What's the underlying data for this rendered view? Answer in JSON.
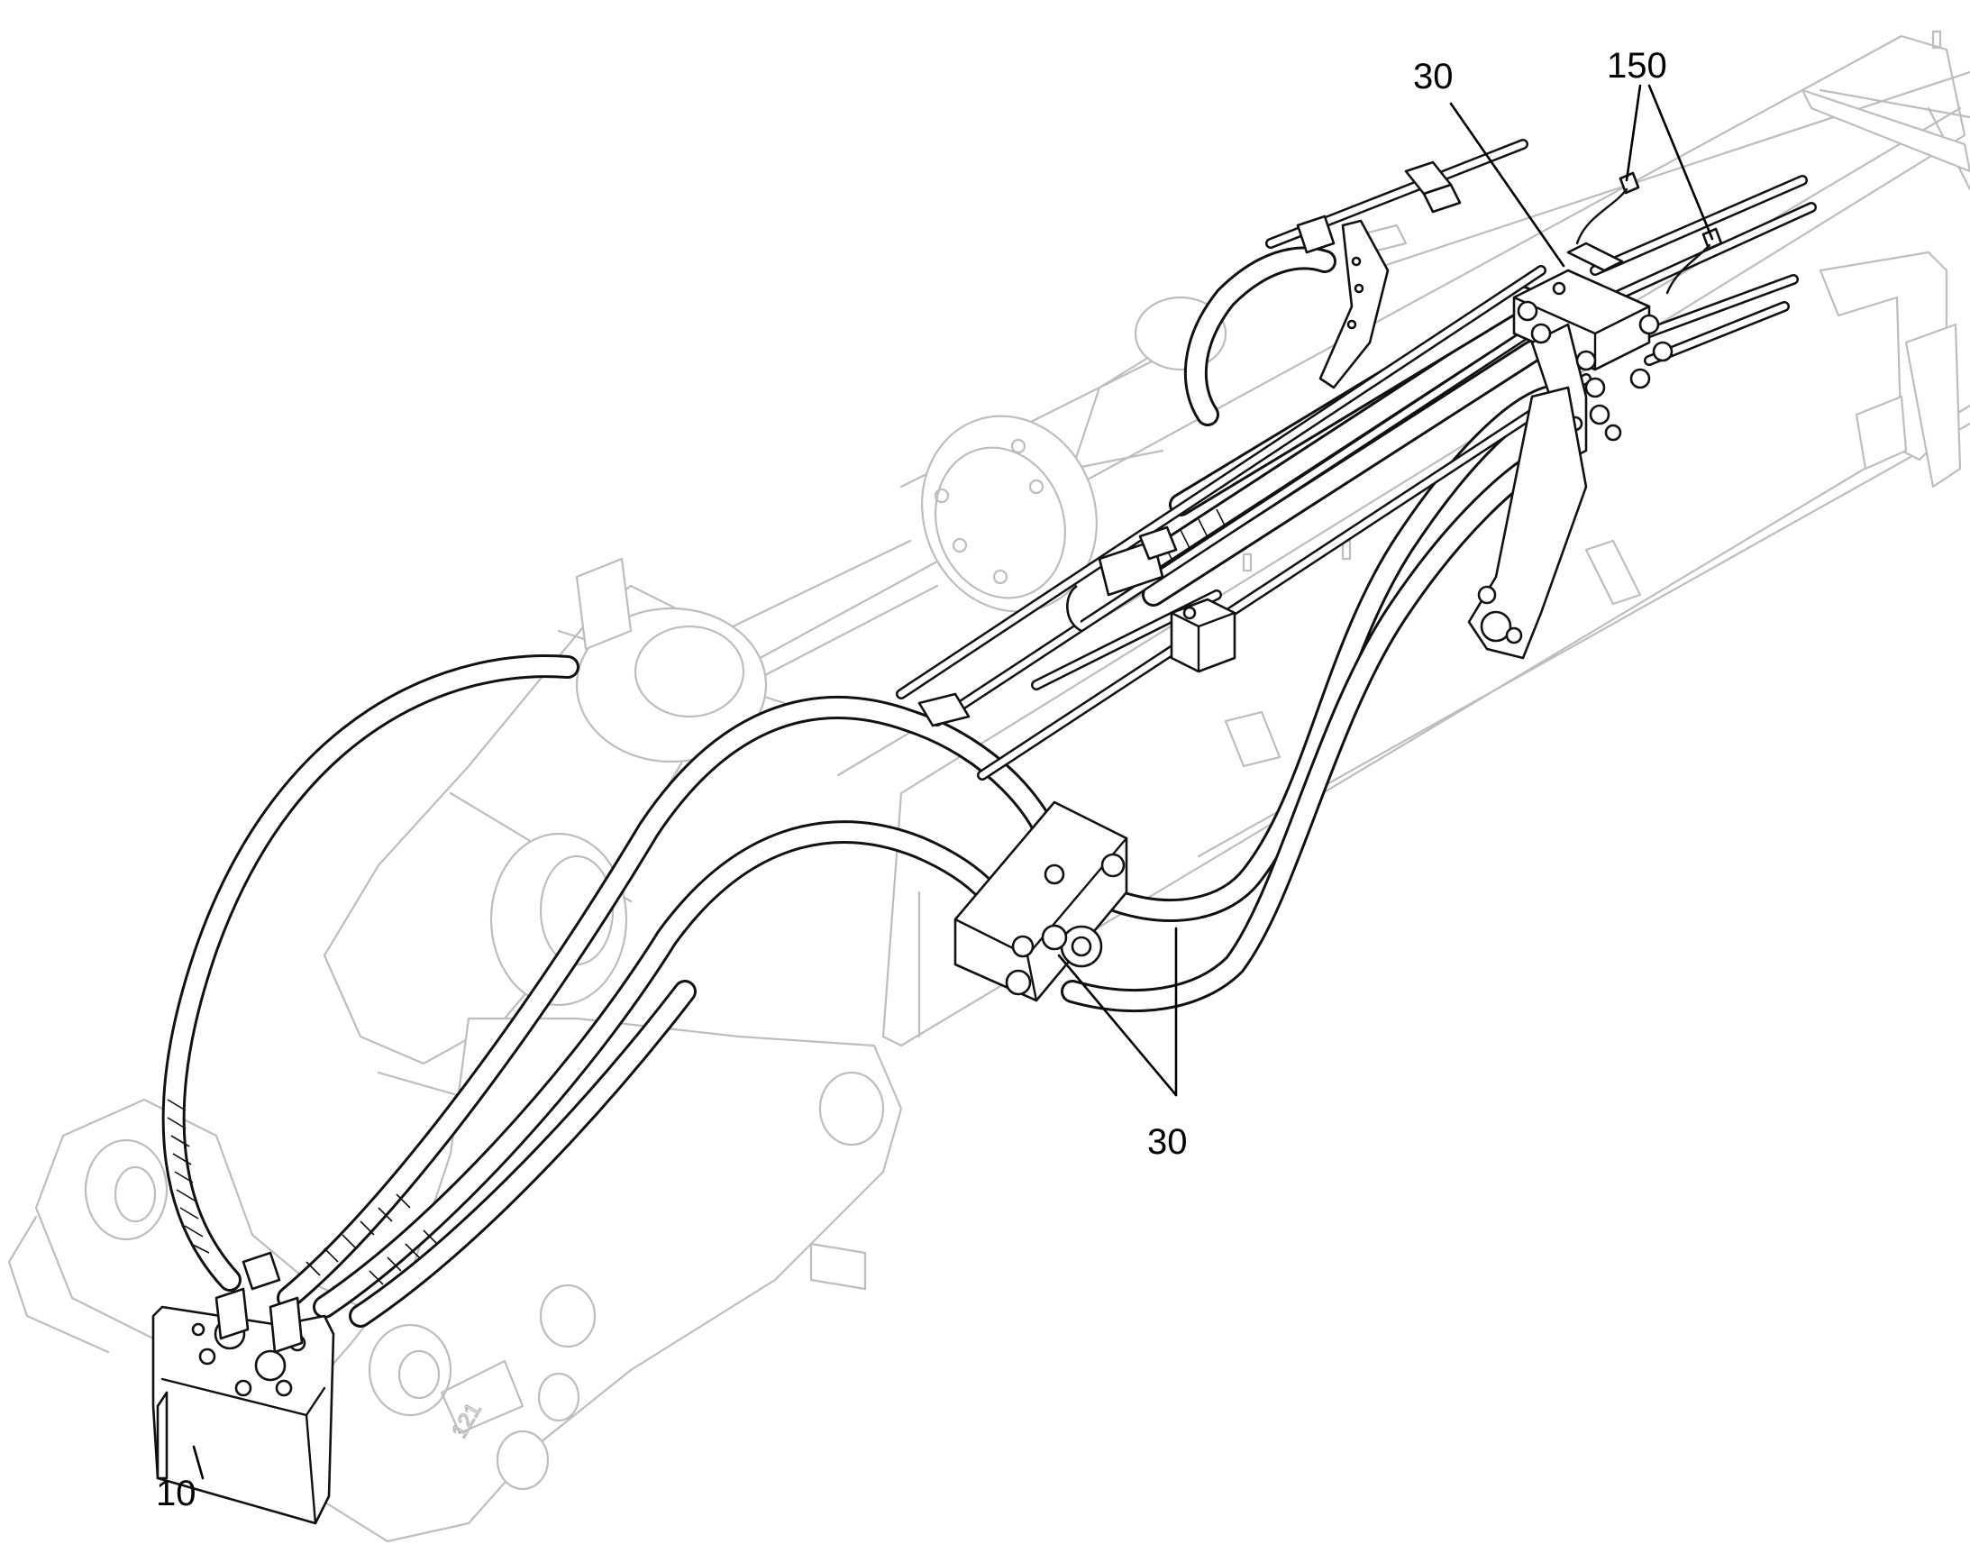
{
  "callouts": {
    "quick_coupler": "10",
    "hose_clamp_top": "30",
    "hoses_bottom": "30",
    "pipe_connectors": "150"
  }
}
